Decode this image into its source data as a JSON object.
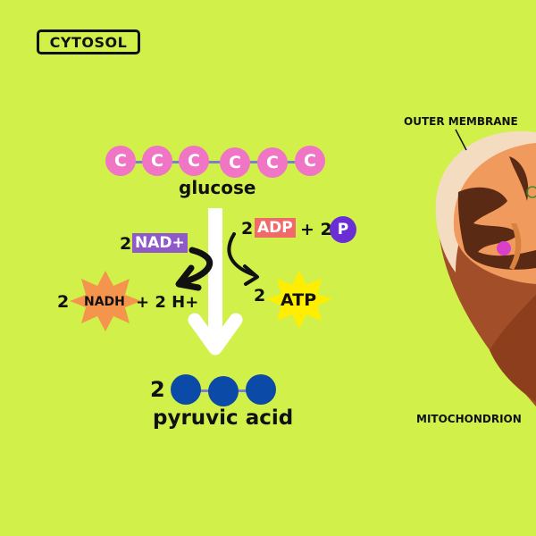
{
  "region_label": "CYTOSOL",
  "glucose": {
    "carbons": [
      "C",
      "C",
      "C",
      "C",
      "C",
      "C"
    ],
    "name": "glucose"
  },
  "reactants": {
    "nad_count": "2",
    "nad_label": "NAD+",
    "adp_count": "2",
    "adp_label": "ADP",
    "plus_two": "+ 2",
    "phosphate_label": "P"
  },
  "products": {
    "nadh_count": "2",
    "nadh_label": "NADH",
    "h_plus": "+ 2 H+",
    "atp_count": "2",
    "atp_label": "ATP"
  },
  "pyruvic": {
    "count": "2",
    "name": "pyruvic acid"
  },
  "mitochondrion": {
    "outer_membrane_label": "OUTER MEMBRANE",
    "name_label": "MITOCHONDRION"
  },
  "colors": {
    "background": "#d2f04a",
    "carbon": "#f075c4",
    "nad": "#8f5ac8",
    "adp": "#f06a6a",
    "phosphate": "#6a2fd4",
    "nadh_star": "#f5954d",
    "atp_star": "#ffee00",
    "pyruvate": "#0b4aa6"
  }
}
